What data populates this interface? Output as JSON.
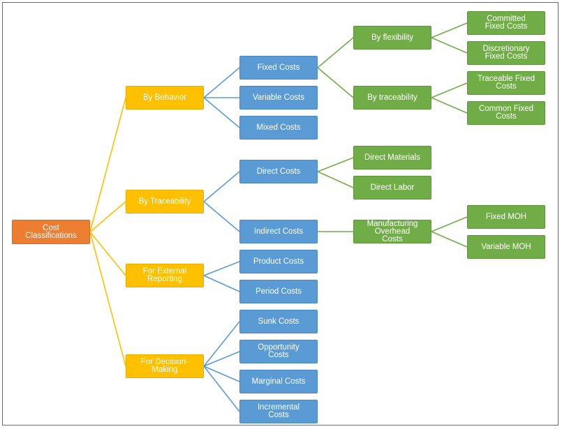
{
  "colors": {
    "root": "#ed7d31",
    "level1": "#ffc000",
    "level2": "#5b9bd5",
    "level3": "#70ad47",
    "link_yellow": "#ffc000",
    "link_blue": "#5b9bd5",
    "link_green": "#70ad47",
    "frame_border": "#d63a3a"
  },
  "nodes": {
    "cost_classifications": "Cost\nClassifications",
    "by_behavior": "By Behavior",
    "by_traceability": "By Traceability",
    "for_external_reporting": "For External\nReporting",
    "for_decision_making": "For Decision-\nMaking",
    "fixed_costs": "Fixed Costs",
    "variable_costs": "Variable Costs",
    "mixed_costs": "Mixed Costs",
    "direct_costs": "Direct Costs",
    "indirect_costs": "Indirect Costs",
    "product_costs": "Product Costs",
    "period_costs": "Period Costs",
    "sunk_costs": "Sunk Costs",
    "opportunity_costs": "Opportunity\nCosts",
    "marginal_costs": "Marginal Costs",
    "incremental_costs": "Incremental\nCosts",
    "by_flexibility": "By flexibility",
    "by_traceability_fixed": "By traceability",
    "direct_materials": "Direct Materials",
    "direct_labor": "Direct Labor",
    "manufacturing_overhead": "Manufacturing\nOverhead\nCosts",
    "committed_fixed": "Committed\nFixed Costs",
    "discretionary_fixed": "Discretionary\nFixed Costs",
    "traceable_fixed": "Traceable Fixed\nCosts",
    "common_fixed": "Common Fixed\nCosts",
    "fixed_moh": "Fixed MOH",
    "variable_moh": "Variable MOH"
  },
  "edges": [
    [
      "cost_classifications",
      "by_behavior",
      "yellow"
    ],
    [
      "cost_classifications",
      "by_traceability",
      "yellow"
    ],
    [
      "cost_classifications",
      "for_external_reporting",
      "yellow"
    ],
    [
      "cost_classifications",
      "for_decision_making",
      "yellow"
    ],
    [
      "by_behavior",
      "fixed_costs",
      "blue"
    ],
    [
      "by_behavior",
      "variable_costs",
      "blue"
    ],
    [
      "by_behavior",
      "mixed_costs",
      "blue"
    ],
    [
      "by_traceability",
      "direct_costs",
      "blue"
    ],
    [
      "by_traceability",
      "indirect_costs",
      "blue"
    ],
    [
      "for_external_reporting",
      "product_costs",
      "blue"
    ],
    [
      "for_external_reporting",
      "period_costs",
      "blue"
    ],
    [
      "for_decision_making",
      "sunk_costs",
      "blue"
    ],
    [
      "for_decision_making",
      "opportunity_costs",
      "blue"
    ],
    [
      "for_decision_making",
      "marginal_costs",
      "blue"
    ],
    [
      "for_decision_making",
      "incremental_costs",
      "blue"
    ],
    [
      "fixed_costs",
      "by_flexibility",
      "green"
    ],
    [
      "fixed_costs",
      "by_traceability_fixed",
      "green"
    ],
    [
      "direct_costs",
      "direct_materials",
      "green"
    ],
    [
      "direct_costs",
      "direct_labor",
      "green"
    ],
    [
      "indirect_costs",
      "manufacturing_overhead",
      "green"
    ],
    [
      "by_flexibility",
      "committed_fixed",
      "green"
    ],
    [
      "by_flexibility",
      "discretionary_fixed",
      "green"
    ],
    [
      "by_traceability_fixed",
      "traceable_fixed",
      "green"
    ],
    [
      "by_traceability_fixed",
      "common_fixed",
      "green"
    ],
    [
      "manufacturing_overhead",
      "fixed_moh",
      "green"
    ],
    [
      "manufacturing_overhead",
      "variable_moh",
      "green"
    ]
  ]
}
